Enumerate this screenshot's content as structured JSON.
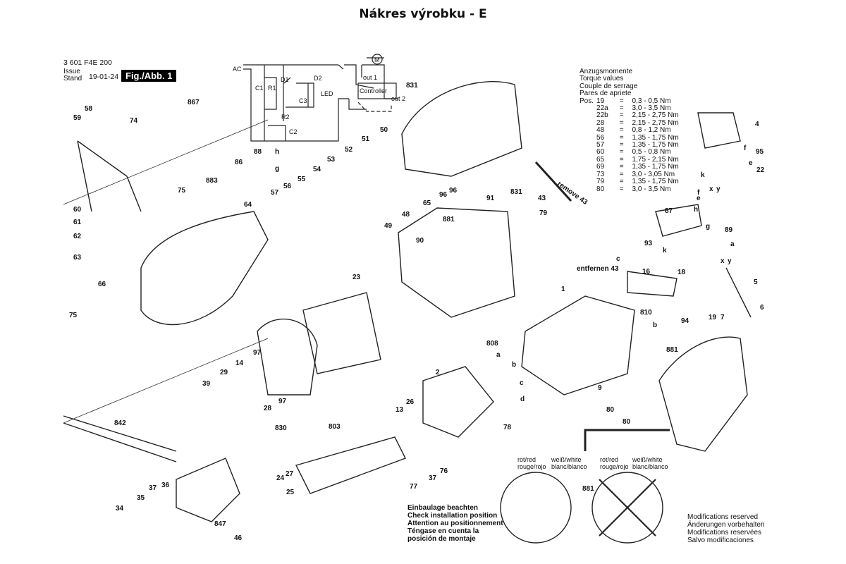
{
  "title": "Nákres výrobku - E",
  "header": {
    "part_number": "3 601 F4E 200",
    "issue_label": "Issue\nStand",
    "issue_date": "19-01-24",
    "figure": "Fig./Abb. 1"
  },
  "circuit": {
    "labels": [
      "AC",
      "C1",
      "R1",
      "D1",
      "D2",
      "C3",
      "LED",
      "R2",
      "C2",
      "out 1",
      "Controller",
      "out 2",
      "M"
    ]
  },
  "torque": {
    "headings": [
      "Anzugsmomente",
      "Torque values",
      "Couple de serrage",
      "Pares de apriete"
    ],
    "pos_label": "Pos.",
    "rows": [
      {
        "pos": "19",
        "value": "0,3 - 0,5 Nm"
      },
      {
        "pos": "22a",
        "value": "3,0 - 3,5 Nm"
      },
      {
        "pos": "22b",
        "value": "2,15 - 2,75 Nm"
      },
      {
        "pos": "28",
        "value": "2,15 - 2,75 Nm"
      },
      {
        "pos": "48",
        "value": "0,8 - 1,2 Nm"
      },
      {
        "pos": "56",
        "value": "1,35 - 1,75 Nm"
      },
      {
        "pos": "57",
        "value": "1,35 - 1,75 Nm"
      },
      {
        "pos": "60",
        "value": "0,5 - 0,8 Nm"
      },
      {
        "pos": "65",
        "value": "1,75 - 2,15 Nm"
      },
      {
        "pos": "69",
        "value": "1,35 - 1,75 Nm"
      },
      {
        "pos": "73",
        "value": "3,0 - 3,05 Nm"
      },
      {
        "pos": "79",
        "value": "1,35 - 1,75 Nm"
      },
      {
        "pos": "80",
        "value": "3,0 - 3,5 Nm"
      }
    ]
  },
  "notes": {
    "remove": "remove 43",
    "entfernen": "entfernen 43",
    "install": [
      "Einbaulage beachten",
      "Check installation position",
      "Attention au positionnement",
      "Téngase en cuenta la",
      "posición de montaje"
    ],
    "modifications": [
      "Modifications reserved",
      "Änderungen vorbehalten",
      "Modifications reservées",
      "Salvo modificaciones"
    ],
    "wire_red": [
      "rot/red",
      "rouge/rojo"
    ],
    "wire_white": [
      "weiß/white",
      "blanc/blanco"
    ]
  },
  "part_labels": [
    "58",
    "59",
    "74",
    "867",
    "60",
    "61",
    "62",
    "63",
    "75",
    "75",
    "883",
    "86",
    "88",
    "h",
    "g",
    "57",
    "56",
    "55",
    "54",
    "53",
    "52",
    "51",
    "50",
    "831",
    "831",
    "64",
    "49",
    "48",
    "65",
    "96",
    "96",
    "91",
    "43",
    "79",
    "881",
    "90",
    "66",
    "23",
    "1",
    "97",
    "97",
    "29",
    "14",
    "39",
    "28",
    "830",
    "842",
    "808",
    "a",
    "b",
    "c",
    "d",
    "2",
    "13",
    "26",
    "78",
    "803",
    "9",
    "80",
    "80",
    "881",
    "37",
    "36",
    "35",
    "34",
    "847",
    "46",
    "24",
    "27",
    "25",
    "77",
    "37",
    "76",
    "881",
    "4",
    "95",
    "f",
    "e",
    "22",
    "k",
    "x",
    "y",
    "87",
    "f",
    "e",
    "h",
    "g",
    "89",
    "a",
    "93",
    "k",
    "c",
    "16",
    "18",
    "810",
    "94",
    "b",
    "x",
    "y",
    "5",
    "6",
    "19",
    "7"
  ]
}
